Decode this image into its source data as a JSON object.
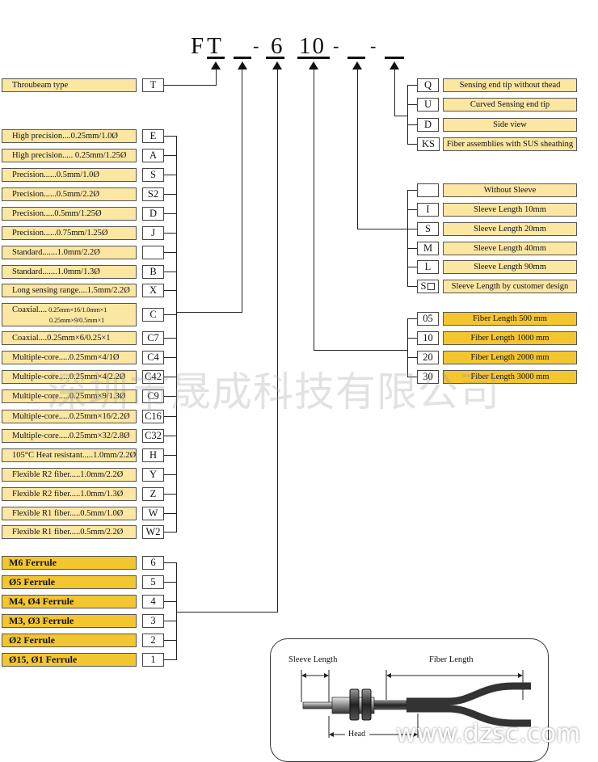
{
  "model": {
    "prefix": "FT",
    "sep1": "-",
    "value1": "6",
    "value2": "10",
    "sep2": "-",
    "sep3": "-"
  },
  "throubeam": {
    "label": "Throubeam type",
    "code": "T"
  },
  "fibers": [
    {
      "label": "High precision....0.25mm/1.0Ø",
      "code": "E"
    },
    {
      "label": "High precision..... 0.25mm/1.25Ø",
      "code": "A"
    },
    {
      "label": "Precision......0.5mm/1.0Ø",
      "code": "S"
    },
    {
      "label": "Precision......0.5mm/2.2Ø",
      "code": "S2"
    },
    {
      "label": "Precision.....0.5mm/1.25Ø",
      "code": "D"
    },
    {
      "label": "Precision......0.75mm/1.25Ø",
      "code": "J"
    },
    {
      "label": "Standard.......1.0mm/2.2Ø",
      "code": ""
    },
    {
      "label": "Standard.......1.0mm/1.3Ø",
      "code": "B"
    },
    {
      "label": "Long sensing range....1.5mm/2.2Ø",
      "code": "X"
    },
    {
      "label": "Coaxial....",
      "line1": "0.25mm×16/1.0mm×1",
      "line2": "0.25mm×9/0.5mm×1",
      "code": "C"
    },
    {
      "label": "Coaxial....0.25mm×6/0.25×1",
      "code": "C7"
    },
    {
      "label": "Multiple-core.....0.25mm×4/1Ø",
      "code": "C4"
    },
    {
      "label": "Multiple-core.....0.25mm×4/2.2Ø",
      "code": "C42"
    },
    {
      "label": "Multiple-core.....0.25mm×9/1.3Ø",
      "code": "C9"
    },
    {
      "label": "Multiple-core.....0.25mm×16/2.2Ø",
      "code": "C16"
    },
    {
      "label": "Multiple-core.....0.25mm×32/2.8Ø",
      "code": "C32"
    },
    {
      "label": "105°C  Heat resistant.....1.0mm/2.2Ø",
      "code": "H"
    },
    {
      "label": "Flexible R2 fiber.....1.0mm/2.2Ø",
      "code": "Y"
    },
    {
      "label": "Flexible R2 fiber.....1.0mm/1.3Ø",
      "code": "Z"
    },
    {
      "label": "Flexible R1 fiber.....0.5mm/1.0Ø",
      "code": "W"
    },
    {
      "label": "Flexible R1 fiber.....0.5mm/2.2Ø",
      "code": "W2"
    }
  ],
  "ferrules": [
    {
      "label": "M6 Ferrule",
      "code": "6"
    },
    {
      "label": "Ø5 Ferrule",
      "code": "5"
    },
    {
      "label": "M4, Ø4 Ferrule",
      "code": "4"
    },
    {
      "label": "M3, Ø3 Ferrule",
      "code": "3"
    },
    {
      "label": "Ø2 Ferrule",
      "code": "2"
    },
    {
      "label": "Ø15, Ø1 Ferrule",
      "code": "1"
    }
  ],
  "tips": [
    {
      "code": "Q",
      "label": "Sensing end tip without thead"
    },
    {
      "code": "U",
      "label": "Curved Sensing end tip"
    },
    {
      "code": "D",
      "label": "Side view"
    },
    {
      "code": "KS",
      "label": "Fiber assemblies with SUS sheathing"
    }
  ],
  "sleeves": [
    {
      "code": "",
      "label": "Without Sleeve"
    },
    {
      "code": "I",
      "label": "Sleeve Length 10mm"
    },
    {
      "code": "S",
      "label": "Sleeve Length 20mm"
    },
    {
      "code": "M",
      "label": "Sleeve Length 40mm"
    },
    {
      "code": "L",
      "label": "Sleeve Length 90mm"
    },
    {
      "code": "S",
      "label": "Sleeve Length by customer design"
    }
  ],
  "lengths": [
    {
      "code": "05",
      "label": "Fiber Length 500 mm"
    },
    {
      "code": "10",
      "label": "Fiber Length 1000 mm"
    },
    {
      "code": "20",
      "label": "Fiber Length 2000 mm"
    },
    {
      "code": "30",
      "label": "Fiber Length 3000 mm"
    }
  ],
  "watermark": "深圳市晟成科技有限公司",
  "figure": {
    "sleeve_length": "Sleeve Length",
    "fiber_length": "Fiber Length",
    "head": "Head"
  },
  "site_mark": "www.dzsc.com",
  "colors": {
    "light_label": "#fbe6a2",
    "dark_label": "#f3c630",
    "line": "#222222"
  }
}
